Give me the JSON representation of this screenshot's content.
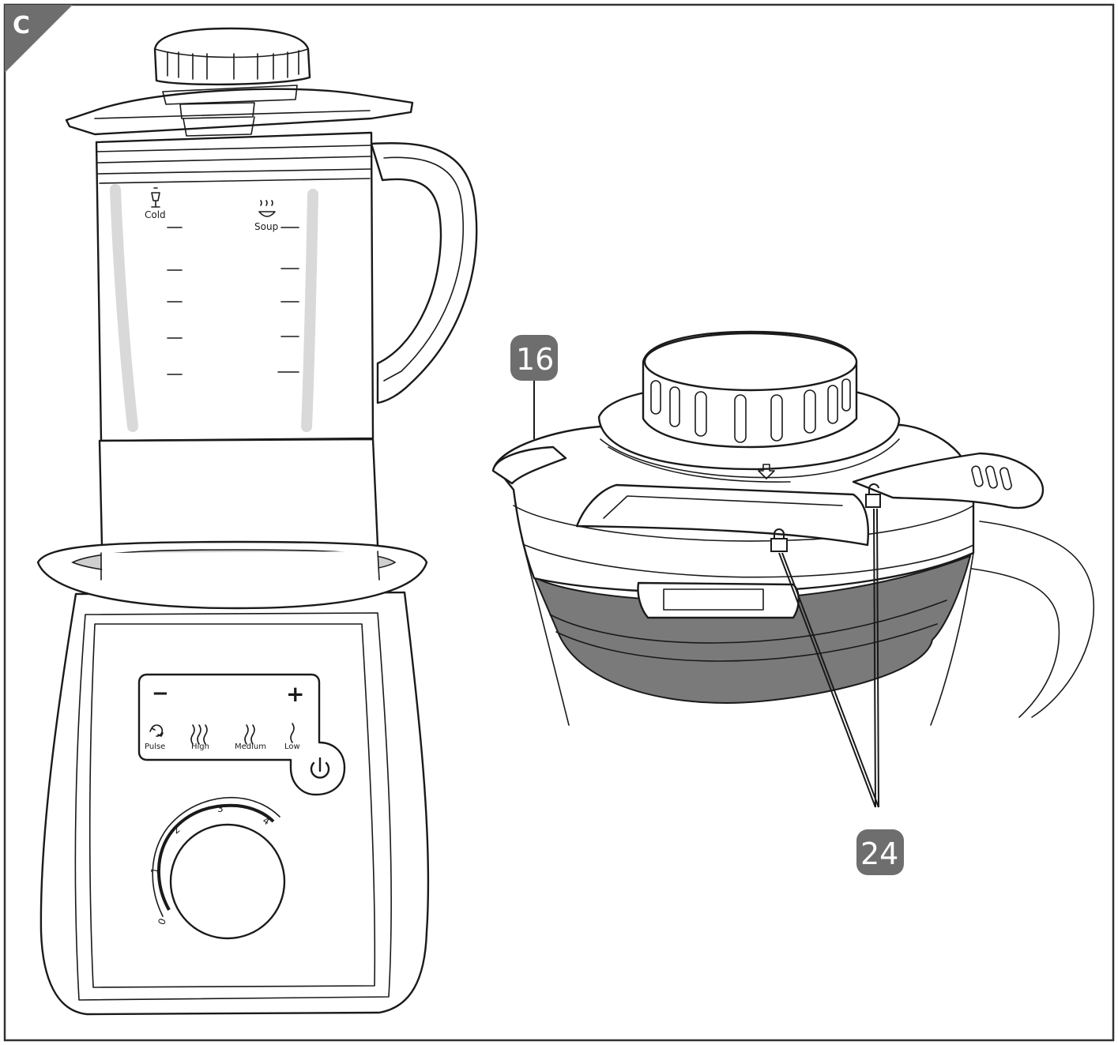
{
  "figure_label": "C",
  "blender": {
    "jug_marks": {
      "cold": "Cold",
      "soup": "Soup"
    },
    "control_panel": {
      "minus": "−",
      "plus": "+",
      "pulse": "Pulse",
      "high": "High",
      "medium": "Medium",
      "low": "Low"
    },
    "dial_numbers": [
      "0",
      "1",
      "2",
      "3",
      "4"
    ]
  },
  "callouts": {
    "lid_label": "16",
    "lock_marks_label": "24"
  },
  "colors": {
    "badge": "#6e6e6e",
    "gasket": "#7a7a7a",
    "frame": "#333333"
  }
}
